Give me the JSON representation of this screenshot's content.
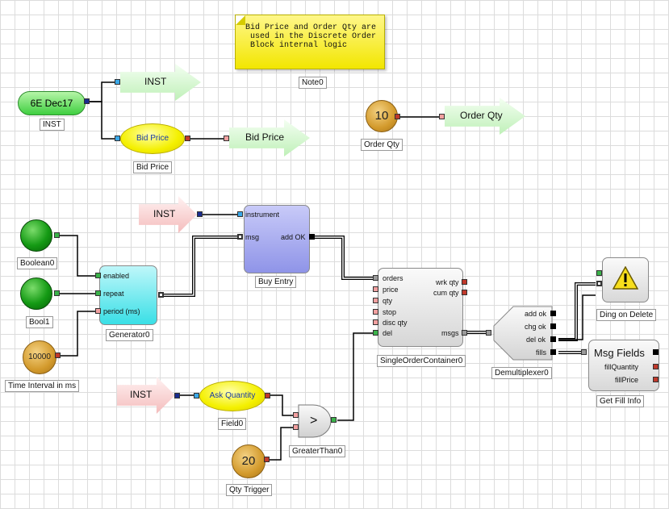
{
  "note": {
    "text": "Bid Price and Order Qty are\n used in the Discrete Order\n Block internal logic",
    "caption": "Note0"
  },
  "inst_pill": {
    "label": "6E Dec17",
    "caption": "INST"
  },
  "inst_arrow_top": {
    "label": "INST"
  },
  "bid_price_field": {
    "label": "Bid Price",
    "caption": "Bid Price"
  },
  "bid_price_arrow": {
    "label": "Bid Price"
  },
  "order_qty_knob": {
    "value": "10",
    "caption": "Order Qty"
  },
  "order_qty_arrow": {
    "label": "Order Qty"
  },
  "inst_arrow_mid": {
    "label": "INST"
  },
  "buy_entry": {
    "caption": "Buy Entry",
    "port_instrument": "instrument",
    "port_msg": "msg",
    "port_add_ok": "add OK"
  },
  "boolean0": {
    "caption": "Boolean0"
  },
  "bool1": {
    "caption": "Bool1"
  },
  "time_interval": {
    "value": "10000",
    "caption": "Time Interval in ms"
  },
  "generator": {
    "caption": "Generator0",
    "port_enabled": "enabled",
    "port_repeat": "repeat",
    "port_period": "period (ms)"
  },
  "single_order": {
    "caption": "SingleOrderContainer0",
    "in_orders": "orders",
    "in_price": "price",
    "in_qty": "qty",
    "in_stop": "stop",
    "in_disc_qty": "disc qty",
    "in_del": "del",
    "out_wrk_qty": "wrk qty",
    "out_cum_qty": "cum qty",
    "out_msgs": "msgs"
  },
  "demux": {
    "caption": "Demultiplexer0",
    "out_add_ok": "add ok",
    "out_chg_ok": "chg ok",
    "out_del_ok": "del ok",
    "out_fills": "fills"
  },
  "ding": {
    "caption": "Ding on Delete"
  },
  "msg_fields": {
    "title": "Msg Fields",
    "caption": "Get Fill Info",
    "out_fill_quantity": "fillQuantity",
    "out_fill_price": "fillPrice"
  },
  "inst_arrow_low": {
    "label": "INST"
  },
  "ask_quantity": {
    "label": "Ask Quantity",
    "caption": "Field0"
  },
  "greater_than": {
    "symbol": ">",
    "caption": "GreaterThan0"
  },
  "qty_trigger": {
    "value": "20",
    "caption": "Qty Trigger"
  },
  "colors": {
    "green_pill": "#5fe06a",
    "cyan_block": "#3ee6ec",
    "purple_block": "#9ca0f0",
    "note": "#f5ea00"
  },
  "icons": {
    "ding": "warning-icon"
  }
}
